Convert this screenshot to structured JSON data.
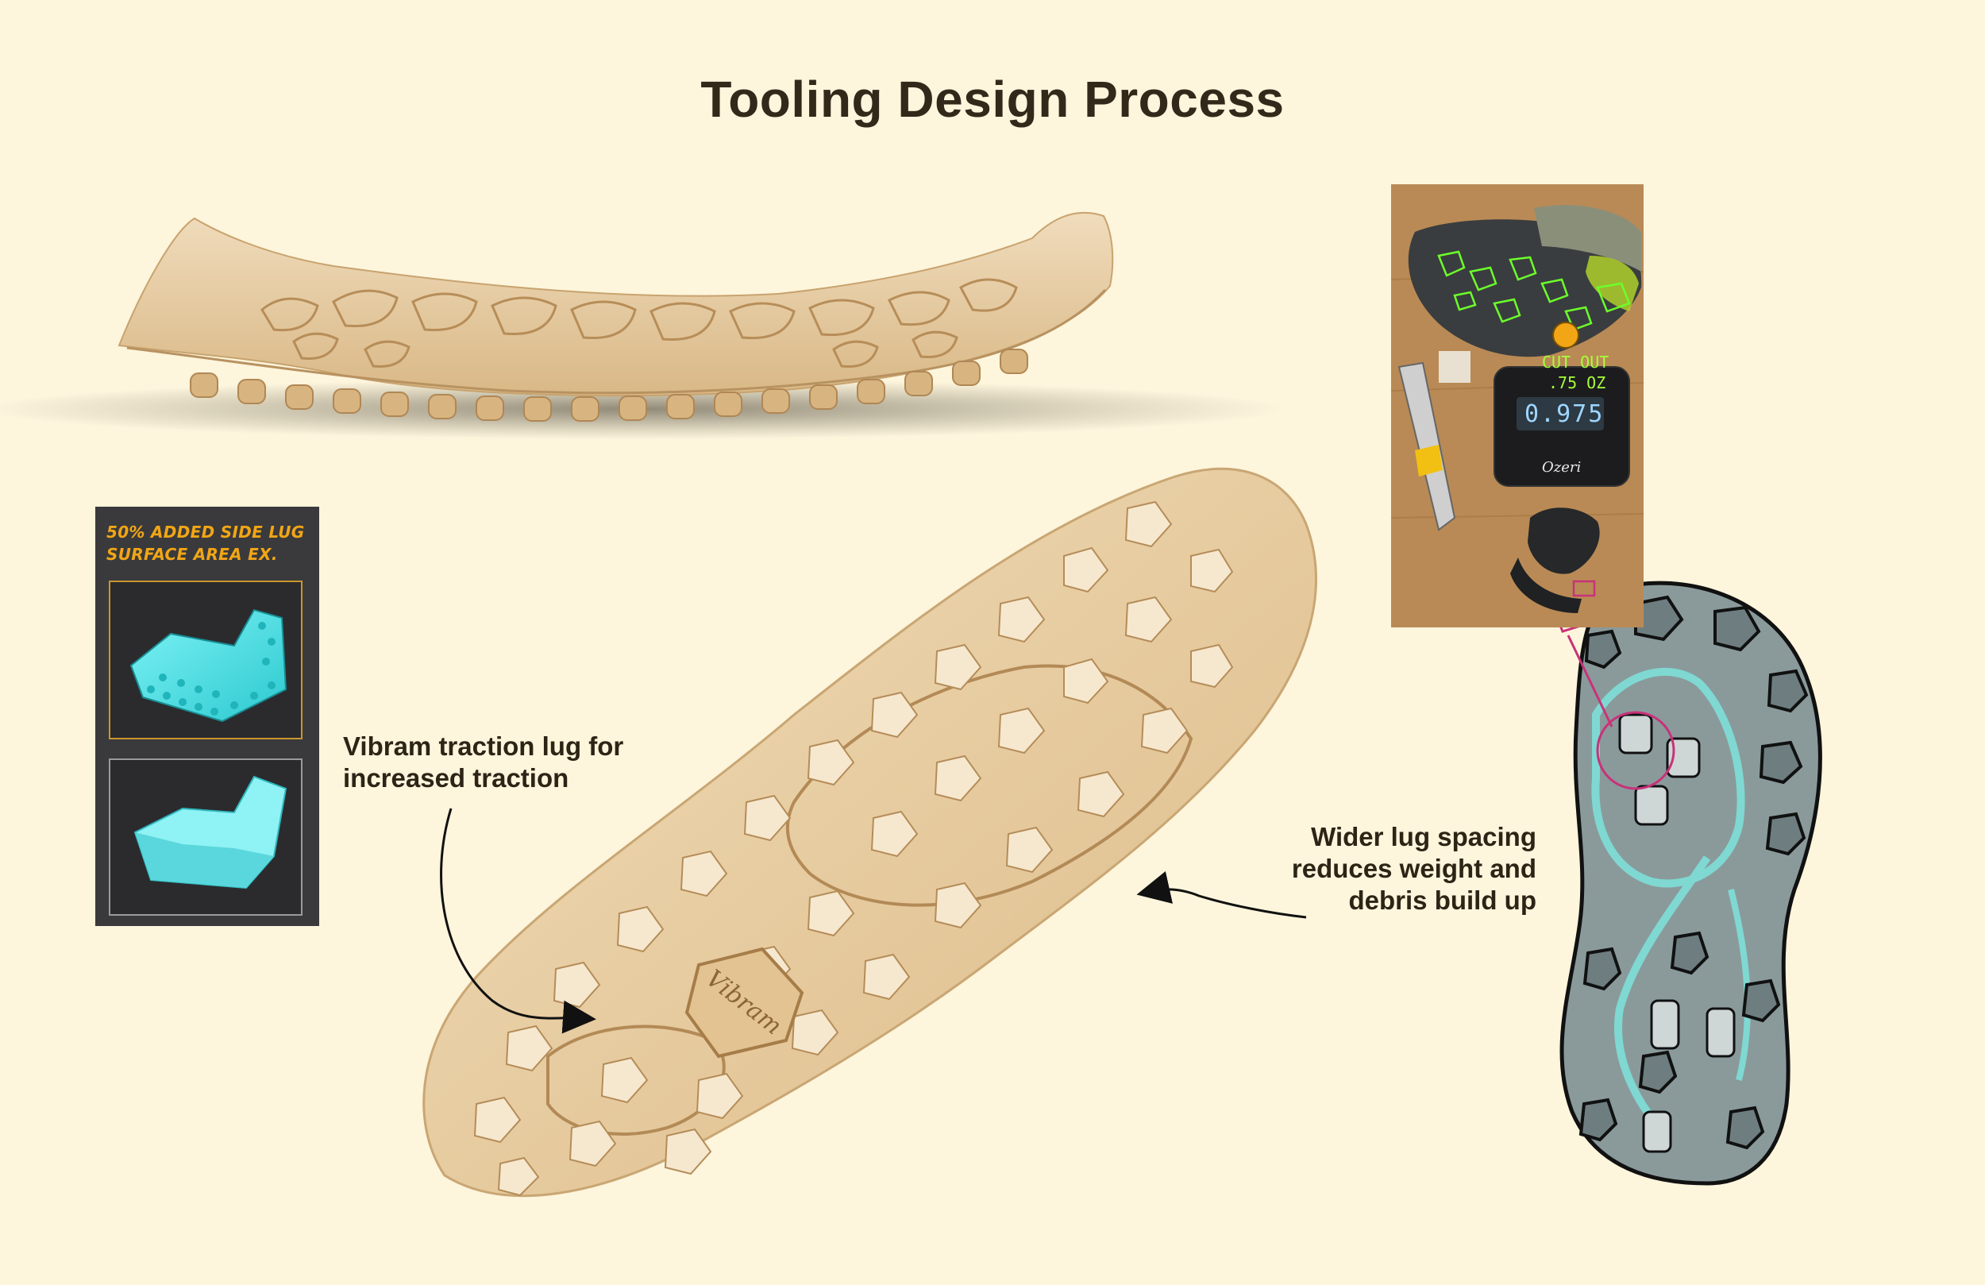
{
  "page": {
    "title": "Tooling Design Process",
    "background": "#fdf5dc"
  },
  "callouts": {
    "left": {
      "line1": "Vibram traction lug for",
      "line2": "increased traction"
    },
    "right": {
      "line1": "Wider lug spacing",
      "line2": "reduces weight and",
      "line3": "debris build up"
    }
  },
  "inset": {
    "heading_line1": "50% ADDED SIDE LUG",
    "heading_line2": "SURFACE AREA EX.",
    "accent_color": "#f2a615",
    "model_color": "#3fe3e8"
  },
  "photo": {
    "annotation_line1": "CUT OUT",
    "annotation_line2": ".75 OZ",
    "scale_reading": "0.975",
    "scale_brand": "Ozeri",
    "highlight_color": "#6cff2a"
  },
  "sole": {
    "brand_mark": "Vibram",
    "sole_color": "#e6c79a",
    "sketch_accent": "#7fd8d2",
    "marker_color": "#c8327a"
  }
}
